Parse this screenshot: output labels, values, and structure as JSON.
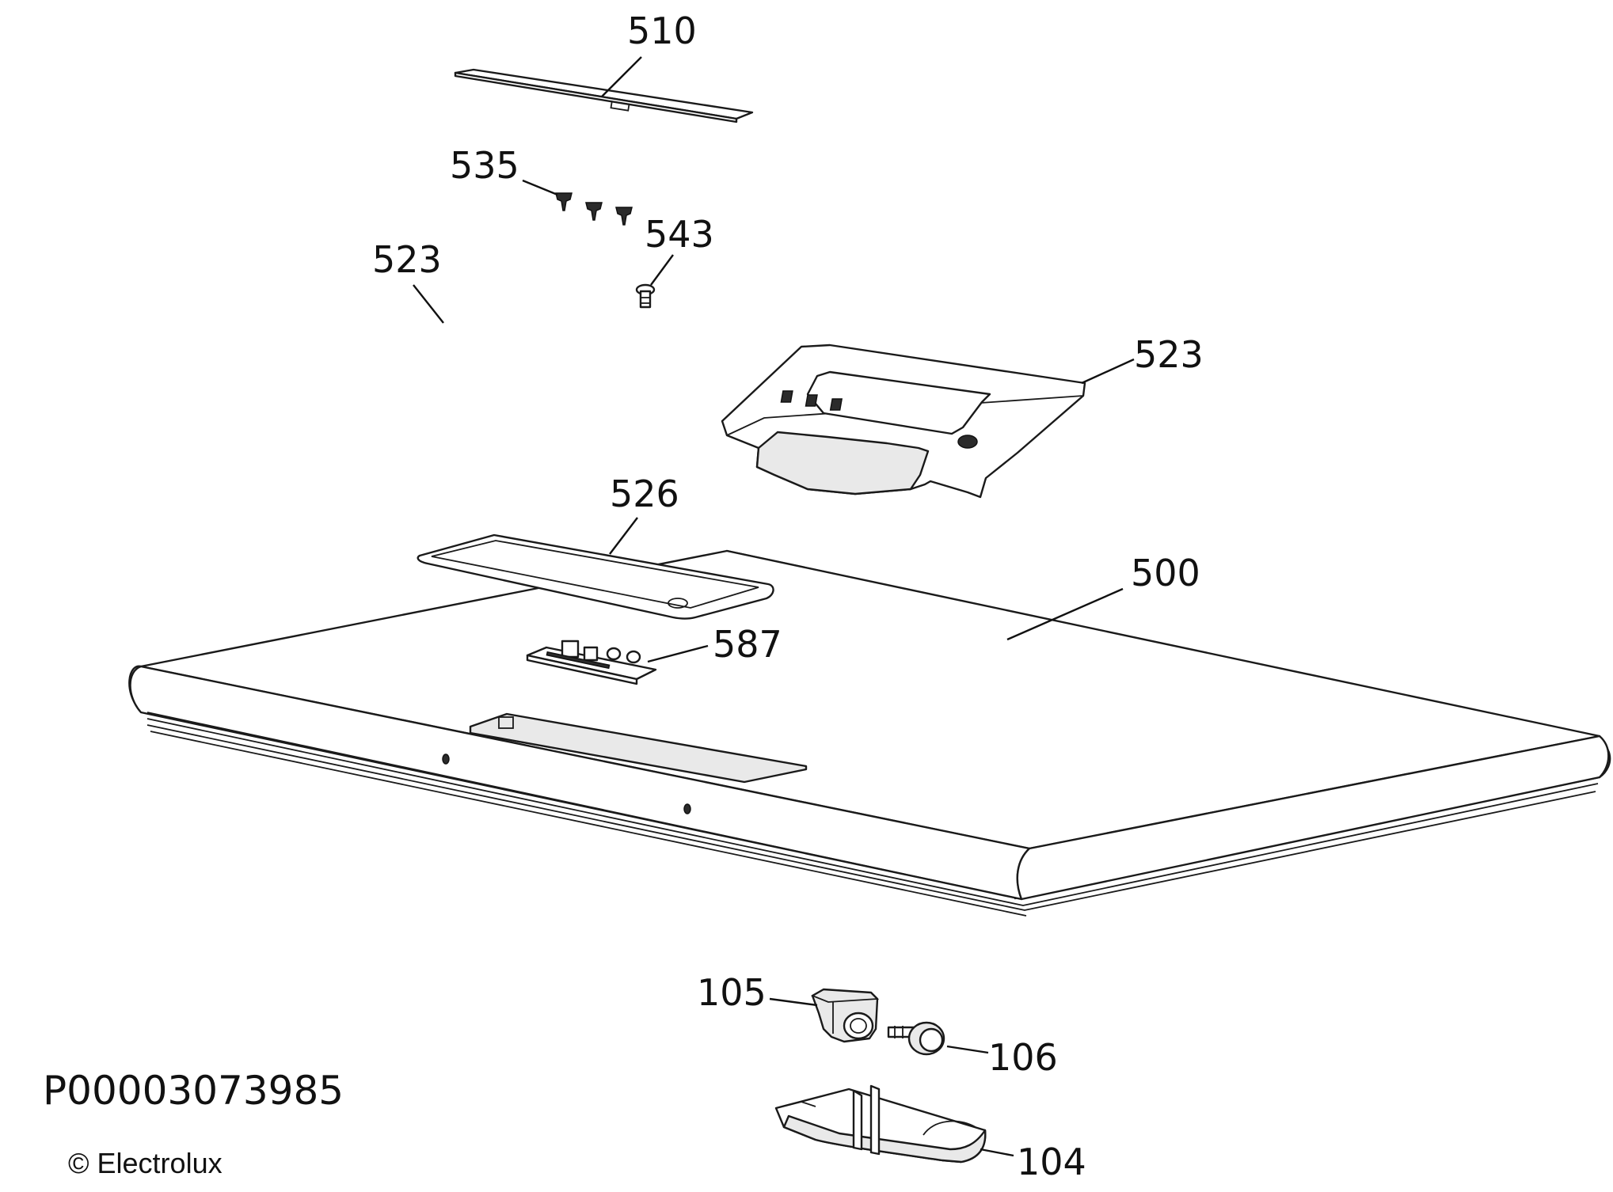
{
  "callouts": {
    "c510": "510",
    "c535": "535",
    "c543": "543",
    "c523a": "523",
    "c523b": "523",
    "c526": "526",
    "c500": "500",
    "c587": "587",
    "c105": "105",
    "c106": "106",
    "c104": "104"
  },
  "footer": {
    "drawing_code": "P00003073985",
    "copyright": "© Electrolux"
  },
  "colors": {
    "ink": "#111111",
    "paper": "#ffffff"
  }
}
